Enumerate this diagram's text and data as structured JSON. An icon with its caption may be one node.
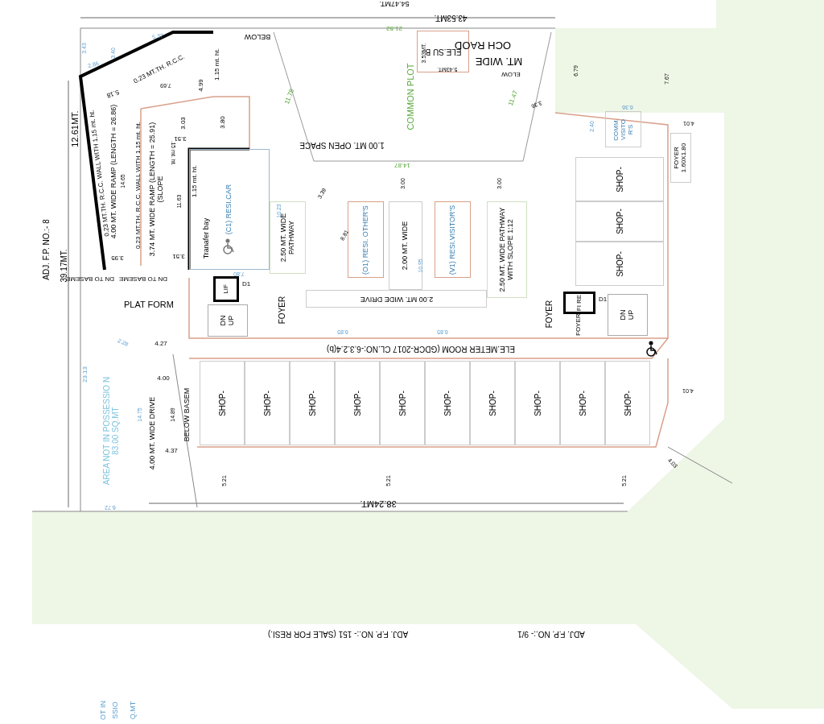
{
  "diagram": {
    "nodes": [
      {
        "text": [
          "4.00 MT. WIDE RAMP (LENGTH = 26.86)"
        ]
      },
      {
        "text": [
          "3.74 MT. WIDE RAMP (LENGTH = 25.91) (SLOPE"
        ]
      },
      {
        "text": [
          "(C1) RESI.CAR"
        ]
      },
      {
        "text": [
          "LIF"
        ],
        "beside": [
          "D1"
        ]
      },
      {
        "text": [
          "PLAT FORM"
        ]
      },
      {
        "text": [
          "2.50 MT. WIDE PATHWAY"
        ]
      },
      {
        "text": [
          "(O1) RESI. OTHER'S"
        ]
      },
      {
        "text": [
          "2.00 MT. WIDE"
        ]
      },
      {
        "text": [
          "(V1) RESI.VISITOR'S"
        ]
      },
      {
        "text": [
          "2.50 MT. WIDE PATHWAY WITH SLOPE 1:12"
        ]
      },
      {
        "text": [
          "2.00 MT. WIDE DRIVE"
        ]
      },
      {
        "text": [
          "DN",
          "UP"
        ]
      },
      {
        "text": [
          "FOYER"
        ]
      },
      {
        "text": [
          "FOYER"
        ]
      },
      {
        "text": [
          "FI RE"
        ],
        "beside": [
          "D1"
        ]
      },
      {
        "text": [
          "FOYER"
        ]
      },
      {
        "text": [
          "DN",
          "UP"
        ]
      },
      {
        "text": [
          "ELE.METER ROOM (GDCR-2017 CL.NO:-6.3.2.4(b)"
        ]
      },
      {
        "text": [
          "SHOP-"
        ]
      },
      {
        "text": [
          "SHOP-"
        ]
      },
      {
        "text": [
          "SHOP-"
        ]
      },
      {
        "text": [
          "SHOP-"
        ]
      },
      {
        "text": [
          "SHOP-"
        ]
      },
      {
        "text": [
          "SHOP-"
        ]
      },
      {
        "text": [
          "SHOP-"
        ]
      },
      {
        "text": [
          "SHOP-"
        ]
      },
      {
        "text": [
          "SHOP-"
        ]
      },
      {
        "text": [
          "SHOP-"
        ]
      },
      {
        "text": [
          "COMM. VISITO R'S"
        ]
      },
      {
        "text": [
          "FOYER 1.60X1.80"
        ]
      },
      {
        "text": [
          "SHOP-"
        ]
      },
      {
        "text": [
          "SHOP-"
        ]
      },
      {
        "text": [
          "SHOP-"
        ]
      },
      {
        "text": [
          "COMMON PLOT"
        ]
      },
      {
        "text": [
          "ELE.SU B"
        ]
      },
      {
        "text": [
          "4.00 MT. WIDE DRIVE"
        ]
      },
      {
        "text": [
          "AREA NOT IN POSSESSIO N",
          "83.00 SQ.MT"
        ]
      }
    ],
    "labels": [
      "54.47MT.",
      "43.53MT.",
      "BELOW",
      "0.23 MT.TH. R.C.C.",
      "1.15 mt. ht.",
      "12.61MT.",
      "0.23 MT.TH. R.C.C. WALL WITH 1.15 mt. ht.",
      "0.23 MT.TH. R.C.C. WALL WITH 1.15 mt. ht.",
      ".15 mt. ht.",
      "1.15 mt. ht.",
      "39.17MT.",
      "ADJ. F.P. NO.:- 8",
      "DN TO BASEME",
      "DN TO BASEME",
      "11.78",
      "21.52",
      "3.53MT.",
      "5.43MT.",
      "OCH RAOD",
      "MT. WIDE",
      "ELOW",
      "11.47",
      "3.36",
      "6.79",
      "7.67",
      "6.36",
      "2.40",
      "4.01",
      "1.00 MT. OPEN SPACE",
      "14.87",
      "3.00",
      "3.00",
      "3.39",
      "8.81",
      "10.23",
      "10.95",
      "Tranafer bay",
      "7.80",
      "6.85",
      "6.85",
      "4.27",
      "23.13",
      "4.00",
      "14.75",
      "14.89",
      "BELOW BASEM",
      "4.37",
      "5.21",
      "5.21",
      "5.21",
      "38.24MT.",
      "6.72",
      "4.01",
      "4.03",
      "ADJ. F.P. NO.:- 151 (SALE FOR RESI.)",
      "ADJ. F.P. NO.:- 9/1",
      "OT IN",
      "SSIO",
      "Q.MT",
      "5.37",
      "2.86",
      "3.43",
      "3.40",
      "4.99",
      "7.69",
      "3.03",
      "3.80",
      "3.51",
      "11.63",
      "14.65",
      "3.95",
      "3.51",
      "5.18",
      "2.28"
    ]
  }
}
